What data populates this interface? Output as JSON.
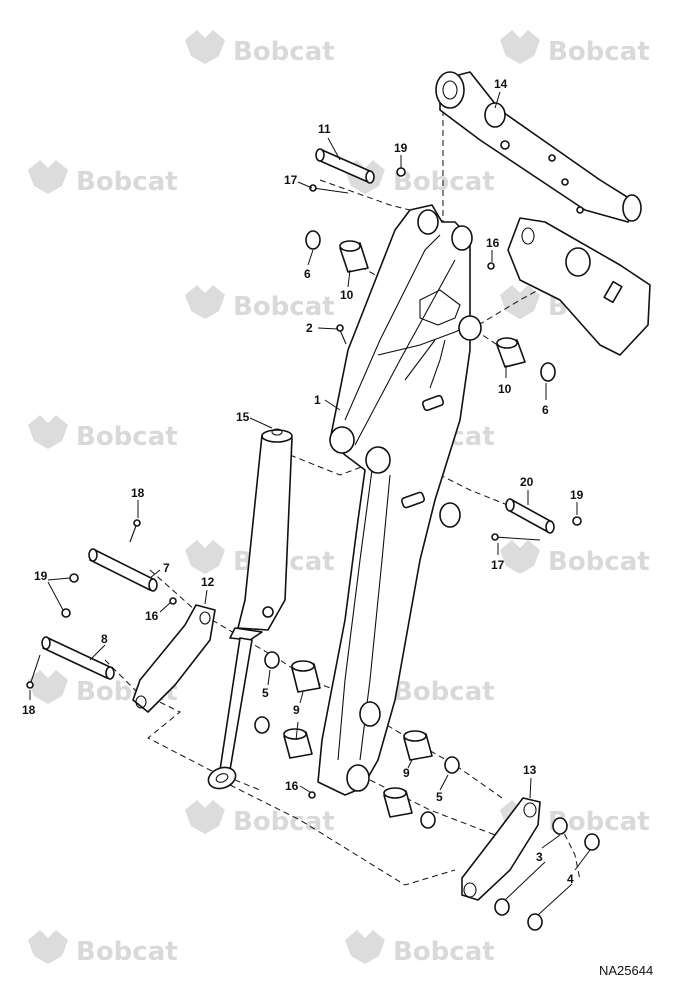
{
  "watermark": {
    "brand_text": "Bobcat",
    "registered_mark": "."
  },
  "document": {
    "figure_id": "NA25644"
  },
  "callouts": {
    "c11": "11",
    "c19a": "19",
    "c17a": "17",
    "c14": "14",
    "c6a": "6",
    "c10a": "10",
    "c16a": "16",
    "c2": "2",
    "c10b": "10",
    "c6b": "6",
    "c1": "1",
    "c15": "15",
    "c20": "20",
    "c19b": "19",
    "c17b": "17",
    "c18a": "18",
    "c19c": "19",
    "c7": "7",
    "c12": "12",
    "c16b": "16",
    "c8": "8",
    "c18b": "18",
    "c5a": "5",
    "c9a": "9",
    "c9b": "9",
    "c5b": "5",
    "c16c": "16",
    "c13": "13",
    "c3": "3",
    "c4": "4"
  }
}
